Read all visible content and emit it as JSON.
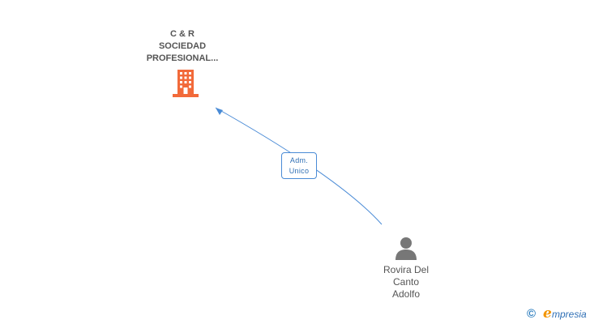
{
  "company": {
    "name_lines": [
      "C & R",
      "SOCIEDAD",
      "PROFESIONAL..."
    ],
    "icon": "building-icon",
    "icon_color": "#f26a3a"
  },
  "relation": {
    "label_lines": [
      "Adm.",
      "Unico"
    ],
    "line_color": "#4a8bd6"
  },
  "person": {
    "name_lines": [
      "Rovira Del",
      "Canto",
      "Adolfo"
    ],
    "icon": "person-icon",
    "icon_color": "#777777"
  },
  "brand": {
    "copyright_symbol": "©",
    "logo_initial": "e",
    "logo_text": "mpresia"
  }
}
